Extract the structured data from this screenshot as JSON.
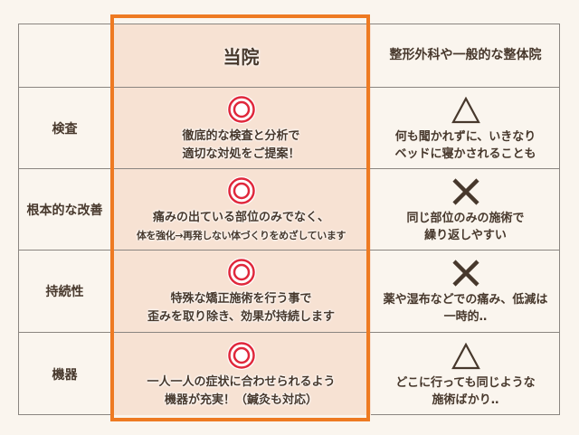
{
  "header": {
    "ours": "当院",
    "others": "整形外科や一般的な整体院"
  },
  "rows": [
    {
      "label": "検査",
      "ours_mark": "double-circle",
      "ours_lines": [
        "徹底的な検査と分析で",
        "適切な対処をご提案！"
      ],
      "others_mark": "triangle",
      "others_lines": [
        "何も聞かれずに、いきなり",
        "ベッドに寝かされることも"
      ]
    },
    {
      "label": "根本的な改善",
      "ours_mark": "double-circle",
      "ours_lines": [
        "痛みの出ている部位のみでなく、",
        "体を強化→再発しない体づくりをめざしています"
      ],
      "others_mark": "cross",
      "others_lines": [
        "同じ部位のみの施術で",
        "繰り返しやすい"
      ]
    },
    {
      "label": "持続性",
      "ours_mark": "double-circle",
      "ours_lines": [
        "特殊な矯正施術を行う事で",
        "歪みを取り除き、効果が持続します"
      ],
      "others_mark": "cross",
      "others_lines": [
        "薬や湿布などでの痛み、低減は",
        "一時的‥"
      ]
    },
    {
      "label": "機器",
      "ours_mark": "double-circle",
      "ours_lines": [
        "一人一人の症状に合わせられるよう",
        "機器が充実！（鍼灸も対応）"
      ],
      "others_mark": "triangle",
      "others_lines": [
        "どこに行っても同じような",
        "施術ばかり‥"
      ]
    }
  ],
  "colors": {
    "accent": "#ee7a22",
    "mark_red": "#e0283c",
    "text": "#47382c",
    "ours_bg": "#f7e2d3"
  }
}
